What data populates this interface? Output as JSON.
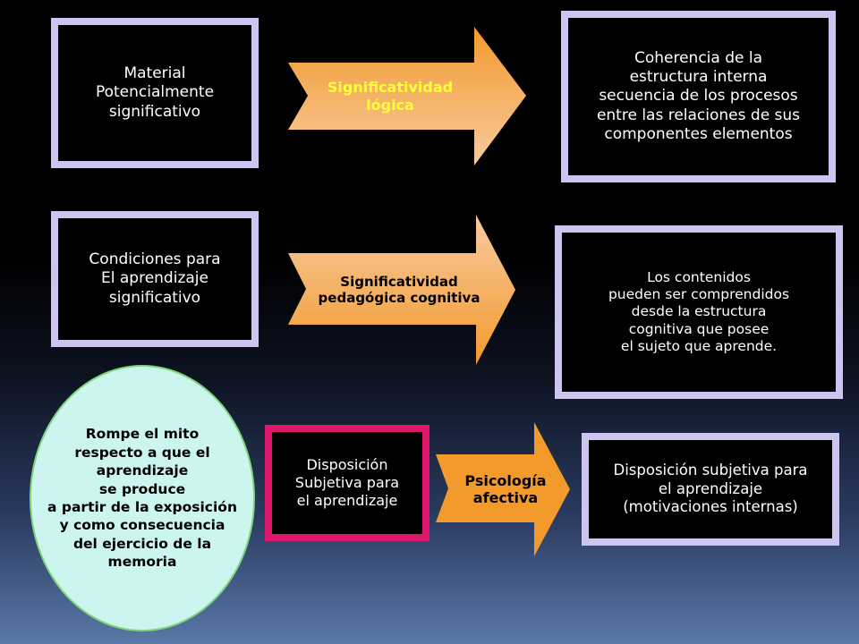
{
  "colors": {
    "box_border": "#cdc4f0",
    "pink_border": "#e0186c",
    "arrow_orange": "#f39a2c",
    "arrow_light": "#f7c9a0",
    "ellipse_fill": "#cdf5f0",
    "ellipse_border": "#7fd67a",
    "yellow_text": "#ffff3c"
  },
  "row1": {
    "left_box": "Material\nPotencialmente\nsignificativo",
    "arrow_label": "Significatividad\nlógica",
    "right_box": "Coherencia de la\nestructura interna\nsecuencia de los procesos\nentre las relaciones de sus\ncomponentes  elementos"
  },
  "row2": {
    "left_box": "Condiciones para\nEl aprendizaje\nsignificativo",
    "arrow_label": "Significatividad\npedagógica cognitiva",
    "right_box": "Los contenidos\npueden ser comprendidos\ndesde la estructura\ncognitiva que posee\nel sujeto que aprende."
  },
  "row3": {
    "ellipse": "Rompe el mito\nrespecto a que el\naprendizaje\nse  produce\na partir de la exposición\ny como  consecuencia\ndel ejercicio de  la\nmemoria",
    "pink_box": "Disposición\nSubjetiva para\nel aprendizaje",
    "arrow_label": "Psicología\nafectiva",
    "right_box": "Disposición  subjetiva para\nel aprendizaje\n(motivaciones internas)"
  }
}
